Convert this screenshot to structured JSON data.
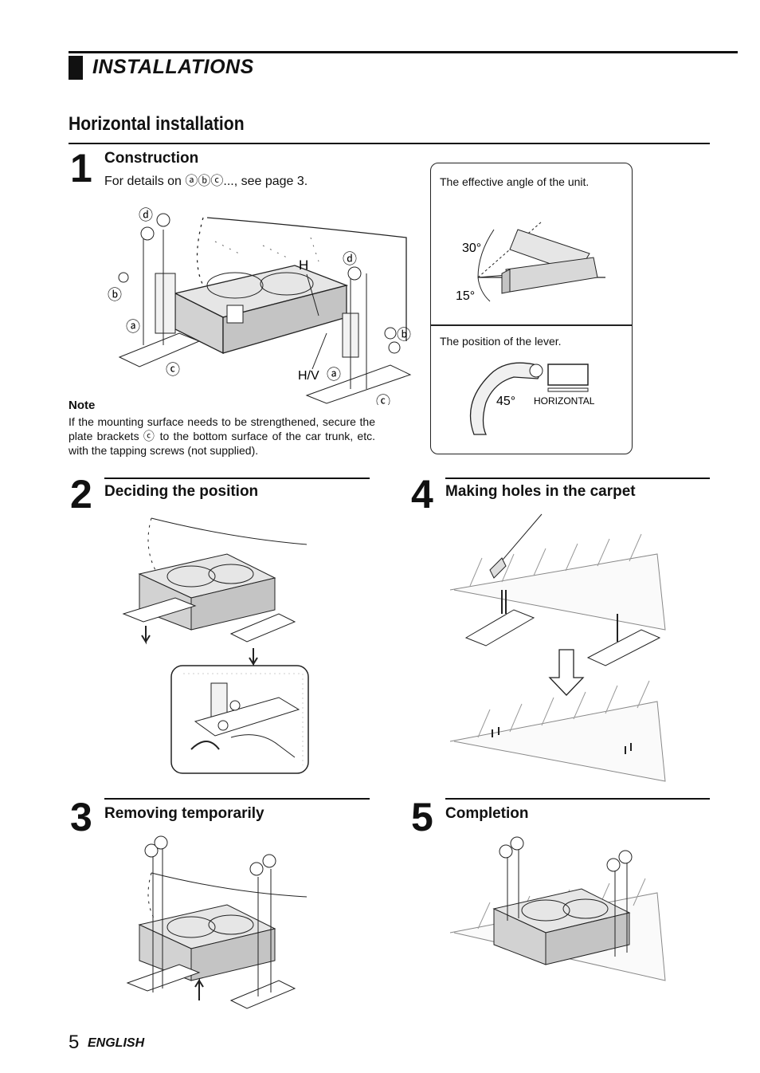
{
  "section_title": "INSTALLATIONS",
  "heading": "Horizontal installation",
  "steps": [
    {
      "num": "1",
      "title": "Construction",
      "detail": "For details on ⓐⓑⓒ..., see page 3."
    },
    {
      "num": "2",
      "title": "Deciding the position"
    },
    {
      "num": "3",
      "title": "Removing temporarily"
    },
    {
      "num": "4",
      "title": "Making holes in the carpet"
    },
    {
      "num": "5",
      "title": "Completion"
    }
  ],
  "note": {
    "heading": "Note",
    "text": "If the mounting surface needs to be strengthened, secure the plate brackets ⓒ to the bottom surface of the car trunk, etc. with the tapping screws (not supplied)."
  },
  "info": {
    "angle_caption": "The effective angle of the unit.",
    "angle_up": "30°",
    "angle_down": "15°",
    "lever_caption": "The position of the lever.",
    "lever_angle": "45°",
    "lever_label": "HORIZONTAL"
  },
  "diagram_labels": {
    "h": "H",
    "hv": "H/V",
    "a": "ⓐ",
    "b": "ⓑ",
    "c": "ⓒ",
    "d": "ⓓ"
  },
  "footer": {
    "page": "5",
    "language": "ENGLISH"
  }
}
